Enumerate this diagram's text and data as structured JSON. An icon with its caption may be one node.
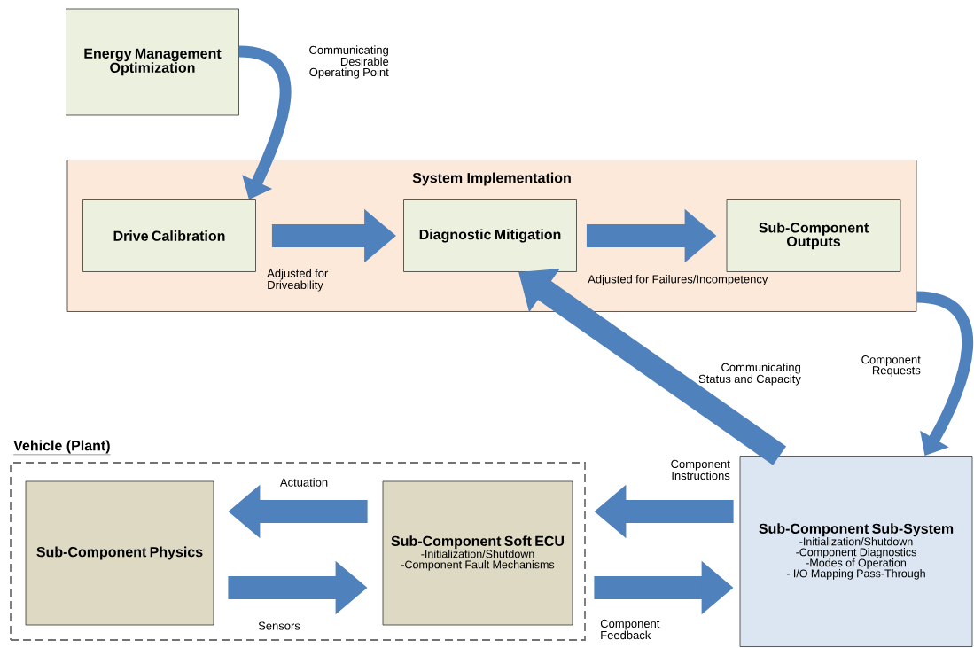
{
  "diagram": {
    "nodes": [
      {
        "text": [
          "Energy Management Optimization"
        ]
      },
      {
        "text": [
          "System Implementation"
        ]
      },
      {
        "text": [
          "Drive Calibration"
        ],
        "in": 1
      },
      {
        "text": [
          "Diagnostic Mitigation"
        ],
        "in": 1
      },
      {
        "text": [
          "Sub-Component Outputs"
        ],
        "in": 1
      },
      {
        "text": [
          "Vehicle (Plant)"
        ]
      },
      {
        "text": [
          "Sub-Component Physics"
        ],
        "in": 5
      },
      {
        "text": [
          "Sub-Component Soft ECU",
          "-Initialization/Shutdown",
          "-Component Fault Mechanisms"
        ],
        "in": 5
      },
      {
        "text": [
          "Sub-Component Sub-System",
          "-Initialization/Shutdown",
          "-Component Diagnostics",
          "-Modes of Operation",
          "- I/O Mapping Pass-Through"
        ]
      }
    ],
    "edges": [
      {
        "from": 0,
        "to": 2,
        "arrow": "to",
        "label": "Communicating Desirable Operating Point"
      },
      {
        "from": 2,
        "to": 3,
        "arrow": "to",
        "label": "Adjusted for Driveability"
      },
      {
        "from": 3,
        "to": 4,
        "arrow": "to",
        "label": "Adjusted for Failures/Incompetency"
      },
      {
        "from": 1,
        "to": 8,
        "arrow": "to",
        "label": "Component Requests"
      },
      {
        "from": 8,
        "to": 3,
        "arrow": "to",
        "label": "Communicating Status and Capacity"
      },
      {
        "from": 8,
        "to": 7,
        "arrow": "to",
        "label": "Component Instructions"
      },
      {
        "from": 7,
        "to": 8,
        "arrow": "to",
        "label": "Component Feedback"
      },
      {
        "from": 7,
        "to": 6,
        "arrow": "to",
        "label": "Actuation"
      },
      {
        "from": 6,
        "to": 7,
        "arrow": "to",
        "label": "Sensors"
      }
    ]
  }
}
